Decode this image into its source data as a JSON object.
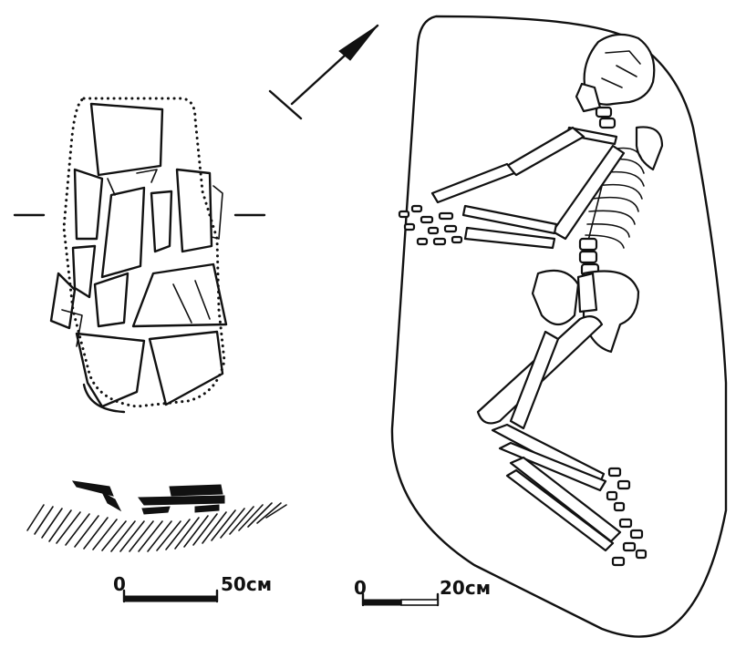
{
  "scale_bars": {
    "stone_plan": {
      "zero_label": "0",
      "end_label": "50см"
    },
    "burial": {
      "zero_label": "0",
      "end_label": "20см"
    }
  },
  "colors": {
    "ink": "#111111",
    "paper": "#ffffff"
  },
  "icons": {
    "north_arrow": "north-arrow-icon"
  }
}
